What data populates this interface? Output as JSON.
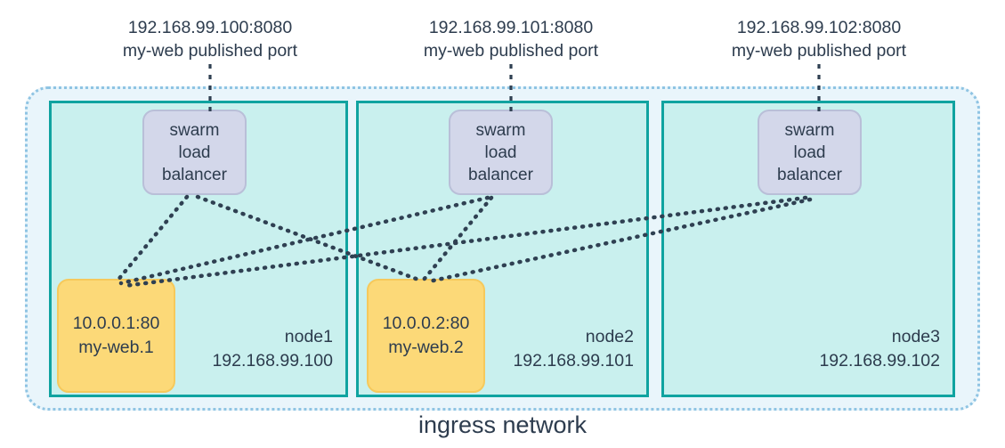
{
  "diagram": {
    "title": "ingress network",
    "network_label": "ingress network",
    "colors": {
      "ingress_background": "#e9f5fb",
      "ingress_border": "#8fc4e3",
      "node_background": "#c9f0ee",
      "node_border": "#10a3a0",
      "load_balancer_fill": "#d3d7ea",
      "load_balancer_border": "#b9bfd8",
      "task_fill": "#fcd978",
      "task_border": "#f6c95b",
      "text": "#2d3c4e",
      "link_line": "#2f4052"
    }
  },
  "published_ports": [
    {
      "address": "192.168.99.100:8080",
      "description": "my-web published port"
    },
    {
      "address": "192.168.99.101:8080",
      "description": "my-web published port"
    },
    {
      "address": "192.168.99.102:8080",
      "description": "my-web published port"
    }
  ],
  "load_balancers": [
    {
      "line1": "swarm",
      "line2": "load",
      "line3": "balancer"
    },
    {
      "line1": "swarm",
      "line2": "load",
      "line3": "balancer"
    },
    {
      "line1": "swarm",
      "line2": "load",
      "line3": "balancer"
    }
  ],
  "nodes": [
    {
      "name": "node1",
      "ip": "192.168.99.100"
    },
    {
      "name": "node2",
      "ip": "192.168.99.101"
    },
    {
      "name": "node3",
      "ip": "192.168.99.102"
    }
  ],
  "tasks": [
    {
      "address": "10.0.0.1:80",
      "name": "my-web.1"
    },
    {
      "address": "10.0.0.2:80",
      "name": "my-web.2"
    }
  ]
}
